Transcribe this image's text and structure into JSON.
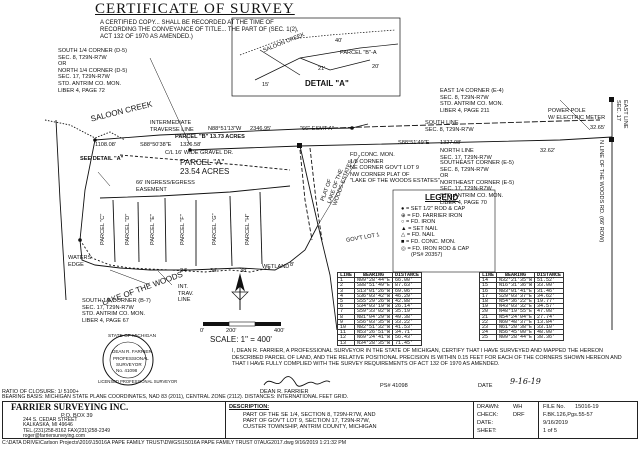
{
  "header": {
    "title": "CERTIFICATE OF SURVEY",
    "subtitle": "A CERTIFIED COPY... SHALL BE RECORDED AT THE TIME OF RECORDING THE CONVEYANCE OF TITLE... THE PART OF (SEC. 1(2), ACT 132 OF 1970 AS AMENDED.)"
  },
  "map_labels": {
    "south_quarter_corner": "SOUTH 1/4 CORNER (D-5)\nSEC. 8, T29N-R7W\nOR\nNORTH 1/4 CORNER (D-5)\nSEC. 17, T29N-R7W\nSTD. ANTRIM CO. MON.\nLIBER 4, PAGE 72",
    "east_quarter_corner": "EAST 1/4 CORNER (E-4)\nSEC. 8, T29N-R7W\nSTD. ANTRIM CO. MON.\nLIBER 4, PAGE 211",
    "saloon_creek": "SALOON CREEK",
    "intermediate_traverse": "INTERMEDIATE\nTRAVERSE LINE",
    "south_line": "SOUTH LINE\nSEC. 8, T29N-R7W",
    "north_line": "NORTH LINE\nSEC. 17, T29N-R7W",
    "power_pole": "POWER POLE\nW/ ELECTRIC METER",
    "parcel_b": "PARCEL \"B\" 13.73 ACRES",
    "parcel_a": "PARCEL \"A\"\n23.54 ACRES",
    "see_detail": "SEE DETAIL \"A\"",
    "easement": "\"66\" ESMT A\"",
    "bearing_top": "N88°51'13\"W",
    "dist_top": "2346.95'",
    "bearing_1": "S88°51'49\"E",
    "dist_1": "1327.08'",
    "bearing_2": "S88°50'38\"E",
    "dist_2": "1326.58'",
    "gravel_dr": "C/L 16' WIDE GRAVEL DR.",
    "d_1108": "1108.08'",
    "d_3265": "32.65'",
    "d_3262": "32.62'",
    "fd_conc": "FD. CONC. MON.\n1/8 CORNER\nNE CORNER GOV'T LOT 9\nNW CORNER PLAT OF\n\"LAKE OF THE WOODS ESTATES\"",
    "se_corner": "SOUTHEAST CORNER (E-5)\nSEC. 8, T29N-R7W\nOR\nNORTHEAST CORNER (E-5)\nSEC. 17, T29N-R7W\nSTD. ANTRIM CO. MON.\nLIBER 4, PAGE 70",
    "plat": "PLAT OF\nLAKE OF THE\nWOODS ESTATES",
    "ingress": "66' INGRESS/EGRESS\nEASEMENT",
    "lake": "LAKE OF THE WOODS",
    "waters_edge": "WATERS\nEDGE",
    "wetland": "WETLAND",
    "int_trav": "INT.\nTRAV.\nLINE",
    "govt_lot": "GOV'T LOT 1",
    "sq_corner_b": "SOUTH 1/4 CORNER (B-7)\nSEC. 17, T29N-R7W\nSTD. ANTRIM CO. MON.\nLIBER 4, PAGE 67",
    "east_line": "EAST LINE\nSEC. 17",
    "village_line": "N LINE OF THE WOODS RD. (66' ROW)",
    "parcels_vertical": [
      "PARCEL \"C\"",
      "PARCEL \"D\"",
      "PARCEL \"E\"",
      "PARCEL \"F\"",
      "PARCEL \"G\"",
      "PARCEL \"H\""
    ],
    "bottom_dims": [
      "24'",
      "34'",
      "38'",
      "8'"
    ]
  },
  "detail": {
    "title": "DETAIL \"A\"",
    "creek": "SALOON CREEK",
    "parcel": "PARCEL \"B\"-A",
    "dims": [
      "40'",
      "15'",
      "21'",
      "20'"
    ]
  },
  "scale": {
    "ticks": [
      "0'",
      "200'",
      "400'"
    ],
    "text": "SCALE:  1\" = 400'"
  },
  "legend": {
    "title": "LEGEND",
    "items": [
      {
        "sym": "●",
        "text": "= SET 1/2\" ROD & CAP"
      },
      {
        "sym": "⊕",
        "text": "= FD. FARRIER IRON"
      },
      {
        "sym": "○",
        "text": "= FD. IRON"
      },
      {
        "sym": "▲",
        "text": "= SET NAIL"
      },
      {
        "sym": "△",
        "text": "= FD. NAIL"
      },
      {
        "sym": "■",
        "text": "= FD. CONC. MON."
      },
      {
        "sym": "◎",
        "text": "= FD. IRON ROD & CAP"
      },
      {
        "sym": "",
        "text": "(PS# 20357)"
      }
    ]
  },
  "line_table_left": {
    "headers": [
      "LINE",
      "BEARING",
      "DISTANCE"
    ],
    "rows": [
      [
        "1",
        "N09°28'44\"E",
        "66.00'"
      ],
      [
        "2",
        "S88°51'49\"E",
        "87.63'"
      ],
      [
        "3",
        "S13°01'26\"W",
        "69.06'"
      ],
      [
        "4",
        "S36°03'42\"W",
        "46.29'"
      ],
      [
        "5",
        "S55°29'26\"W",
        "42.88'"
      ],
      [
        "6",
        "S34°03'19\"W",
        "26.14'"
      ],
      [
        "7",
        "S59°33'02\"W",
        "35.19'"
      ],
      [
        "8",
        "N81°04'29\"W",
        "49.38'"
      ],
      [
        "9",
        "S56°03'35\"W",
        "33.22'"
      ],
      [
        "10",
        "N82°51'32\"W",
        "41.53'"
      ],
      [
        "11",
        "N53°26'51\"W",
        "34.71'"
      ],
      [
        "12",
        "N69°24'41\"W",
        "56.43'"
      ],
      [
        "13",
        "N34°28'35\"W",
        "71.45'"
      ]
    ]
  },
  "line_table_right": {
    "headers": [
      "LINE",
      "BEARING",
      "DISTANCE"
    ],
    "rows": [
      [
        "14",
        "N32°21'35\"W",
        "51.52'"
      ],
      [
        "15",
        "N16°31'36\"W",
        "33.00'"
      ],
      [
        "16",
        "N83°01'41\"E",
        "31.46'"
      ],
      [
        "17",
        "S29°03'37\"E",
        "34.62'"
      ],
      [
        "18",
        "N54°36'22\"E",
        "19.77'"
      ],
      [
        "19",
        "N43°03'32\"E",
        "34.57'"
      ],
      [
        "20",
        "N48°19'55\"E",
        "47.08'"
      ],
      [
        "21",
        "N54°24'04\"E",
        "27.74'"
      ],
      [
        "22",
        "N60°48'37\"E",
        "13.84'"
      ],
      [
        "23",
        "N61°20'38\"E",
        "33.10'"
      ],
      [
        "24",
        "N56°45'00\"E",
        "48.00'"
      ],
      [
        "25",
        "N09°28'44\"E",
        "38.36'"
      ]
    ]
  },
  "certification": {
    "text": "I, DEAN R. FARRIER, A PROFESSIONAL SURVEYOR IN THE STATE OF MICHIGAN, CERTIFY THAT I HAVE SURVEYED AND MAPPED THE HEREON DESCRIBED PARCEL OF LAND, AND THE RELATIVE POSITIONAL PRECISION IS WITHIN 0.15 FEET FOR EACH OF THE CORNERS SHOWN HEREON AND THAT I HAVE FULLY COMPLIED WITH THE SURVEY REQUIREMENTS OF ACT 132 OF 1970 AS AMENDED.",
    "name": "DEAN R. FARRIER",
    "ps": "PS# 41098",
    "date_label": "DATE",
    "date_value": "9-16-19"
  },
  "seal": {
    "ring": "STATE OF MICHIGAN",
    "name": "DEAN R. FARRIER",
    "lines": [
      "PROFESSIONAL",
      "SURVEYOR",
      "No. 41098"
    ],
    "bottom": "LICENSED PROFESSIONAL SURVEYOR"
  },
  "ratio": {
    "closure": "RATIO OF CLOSURE: 1/ 5100+",
    "basis": "BEARING BASIS: MICHIGAN STATE PLANE COORDINATES, NAD 83 (2011), CENTRAL ZONE (2112). DISTANCES: INTERNATIONAL FEET GRID."
  },
  "title_block": {
    "company": "FARRIER SURVEYING INC.",
    "company_sub": "P.O. BOX 39",
    "address": "244 S. CEDAR STREET\nKALKASKA, MI 49646\nTEL.(231)258-8162 FAX(231)258-2349\nroger@farriersurveying.com",
    "desc_label": "DESCRIPTION:",
    "desc": "PART OF THE SE 1/4, SECTION 8, T29N-R7W, AND\nPART OF GOV'T LOT 9, SECTION 17, T29N-R7W,\nCUSTER TOWNSHIP, ANTRIM COUNTY, MICHIGAN",
    "drawn_label": "DRAWN:",
    "drawn": "WH",
    "check_label": "CHECK:",
    "check": "DRF",
    "date_label": "DATE:",
    "date": "9/16/2019",
    "sheet_label": "SHEET:",
    "sheet": "1 of 5",
    "file_label": "FILE No.",
    "file": "15016-19",
    "field_label": "F.BK.126,Pgs.55-57"
  },
  "footer": {
    "path": "C:\\DATA DRIVE\\Carlson Projects\\2016\\15016A PAPE FAMILY TRUST\\DWGS\\15016A PAPE FAMILY TRUST 07AUG2017.dwg    9/16/2019  1:21:32 PM"
  }
}
